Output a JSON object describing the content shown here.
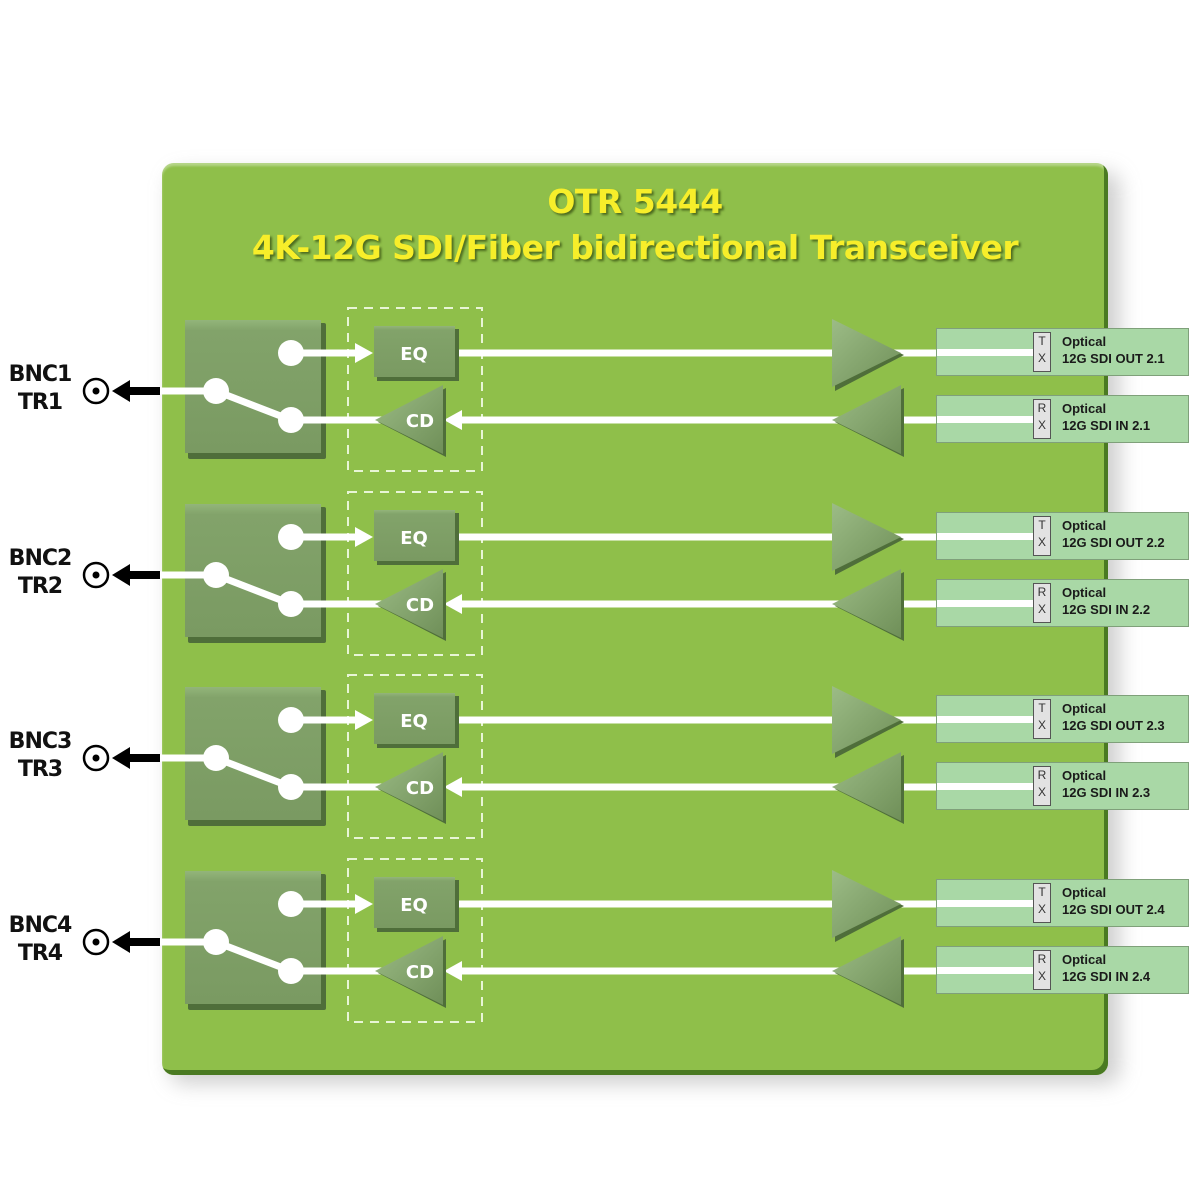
{
  "title": {
    "model": "OTR 5444",
    "subtitle": "4K-12G SDI/Fiber  bidirectional Transceiver"
  },
  "colors": {
    "board": "#8fbf4a",
    "block": "#7f9f66",
    "title_text": "#f7ee2a",
    "fiber_panel": "#a9d8a6",
    "signal_line": "#ffffff"
  },
  "blocks": {
    "eq_label": "EQ",
    "cd_label": "CD"
  },
  "channels": [
    {
      "bnc": "BNC1",
      "tr": "TR1",
      "tx": {
        "c1": "T",
        "c2": "X",
        "line1": "Optical",
        "line2": "12G SDI OUT 2.1"
      },
      "rx": {
        "c1": "R",
        "c2": "X",
        "line1": "Optical",
        "line2": "12G SDI IN 2.1"
      }
    },
    {
      "bnc": "BNC2",
      "tr": "TR2",
      "tx": {
        "c1": "T",
        "c2": "X",
        "line1": "Optical",
        "line2": "12G SDI OUT 2.2"
      },
      "rx": {
        "c1": "R",
        "c2": "X",
        "line1": "Optical",
        "line2": "12G SDI IN 2.2"
      }
    },
    {
      "bnc": "BNC3",
      "tr": "TR3",
      "tx": {
        "c1": "T",
        "c2": "X",
        "line1": "Optical",
        "line2": "12G SDI OUT 2.3"
      },
      "rx": {
        "c1": "R",
        "c2": "X",
        "line1": "Optical",
        "line2": "12G SDI IN 2.3"
      }
    },
    {
      "bnc": "BNC4",
      "tr": "TR4",
      "tx": {
        "c1": "T",
        "c2": "X",
        "line1": "Optical",
        "line2": "12G SDI OUT 2.4"
      },
      "rx": {
        "c1": "R",
        "c2": "X",
        "line1": "Optical",
        "line2": "12G SDI IN 2.4"
      }
    }
  ]
}
